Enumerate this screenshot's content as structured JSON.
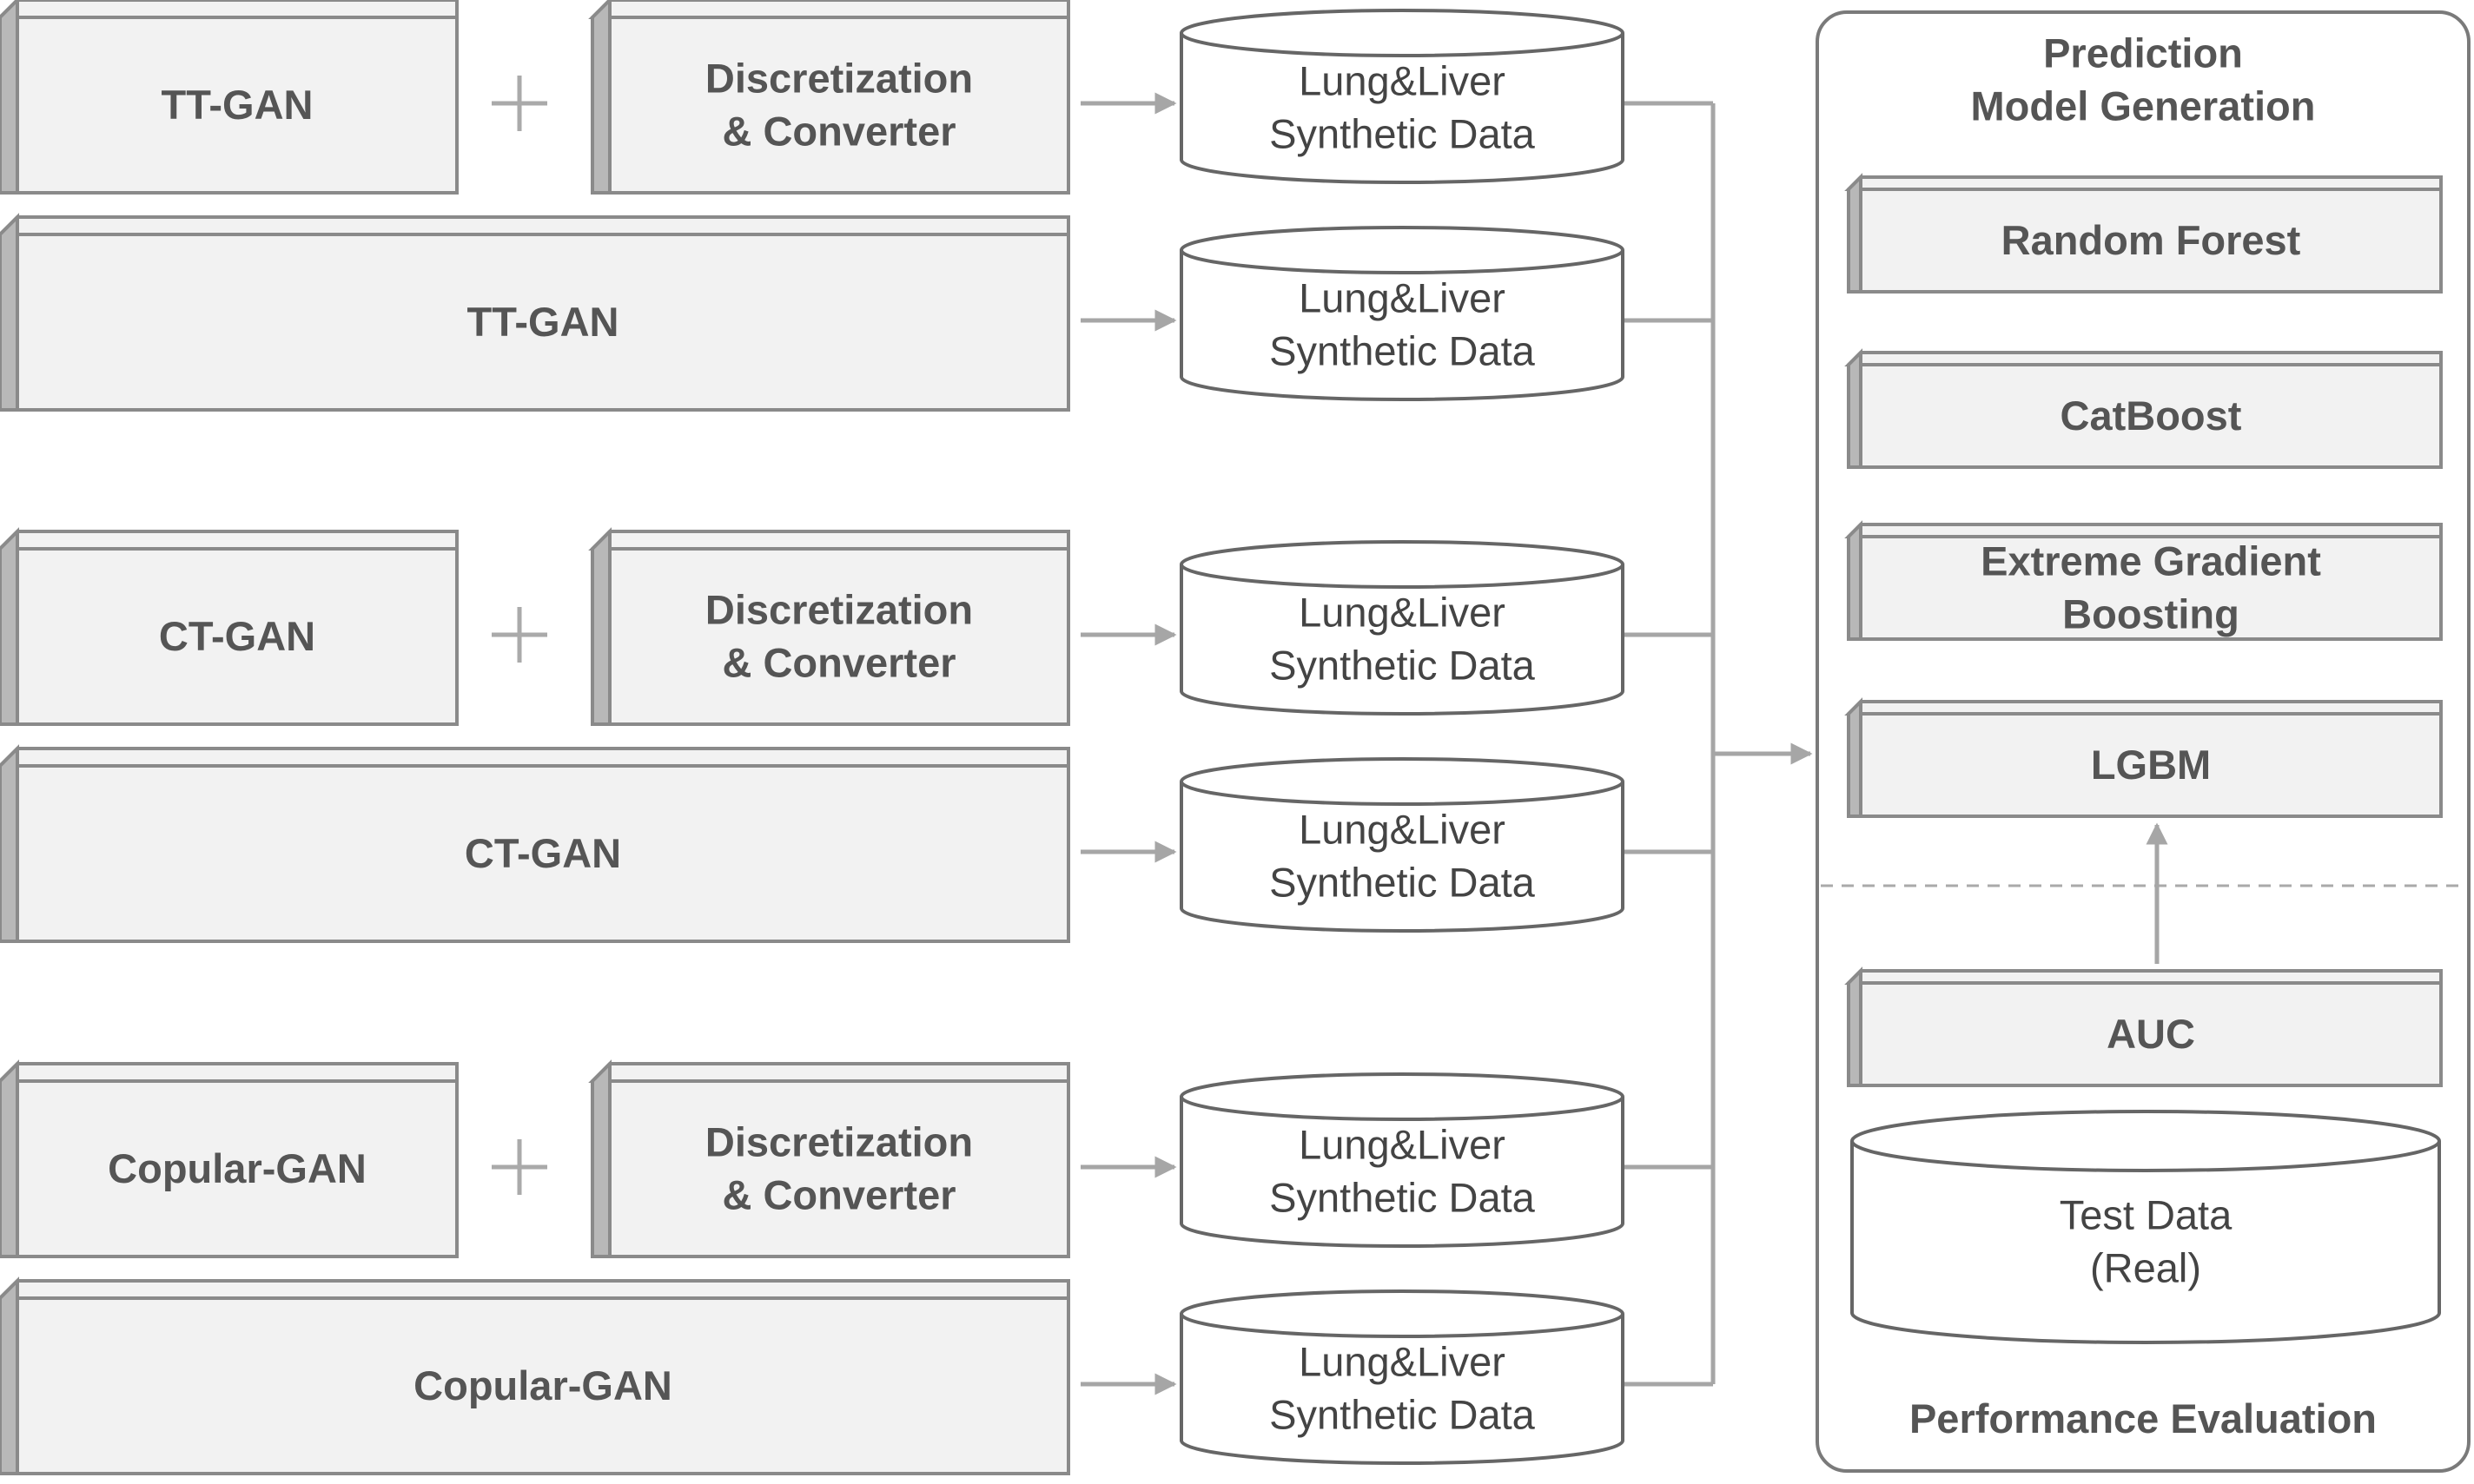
{
  "rows": [
    {
      "generator": "TT-GAN",
      "converter": "Discretization & Converter",
      "output": "Lung&Liver Synthetic Data"
    },
    {
      "generator": "TT-GAN",
      "output": "Lung&Liver Synthetic Data"
    },
    {
      "generator": "CT-GAN",
      "converter": "Discretization & Converter",
      "output": "Lung&Liver Synthetic Data"
    },
    {
      "generator": "CT-GAN",
      "output": "Lung&Liver Synthetic Data"
    },
    {
      "generator": "Copular-GAN",
      "converter": "Discretization & Converter",
      "output": "Lung&Liver Synthetic Data"
    },
    {
      "generator": "Copular-GAN",
      "output": "Lung&Liver Synthetic Data"
    }
  ],
  "panel": {
    "title": "Prediction Model Generation",
    "models": [
      "Random Forest",
      "CatBoost",
      "Extreme Gradient Boosting",
      "LGBM"
    ],
    "metric": "AUC",
    "test_data": "Test Data (Real)",
    "footer": "Performance Evaluation"
  },
  "colors": {
    "box_fill": "#f2f2f2",
    "box_side": "#b8b8b8",
    "text": "#555555",
    "connector": "#a6a6a6"
  }
}
